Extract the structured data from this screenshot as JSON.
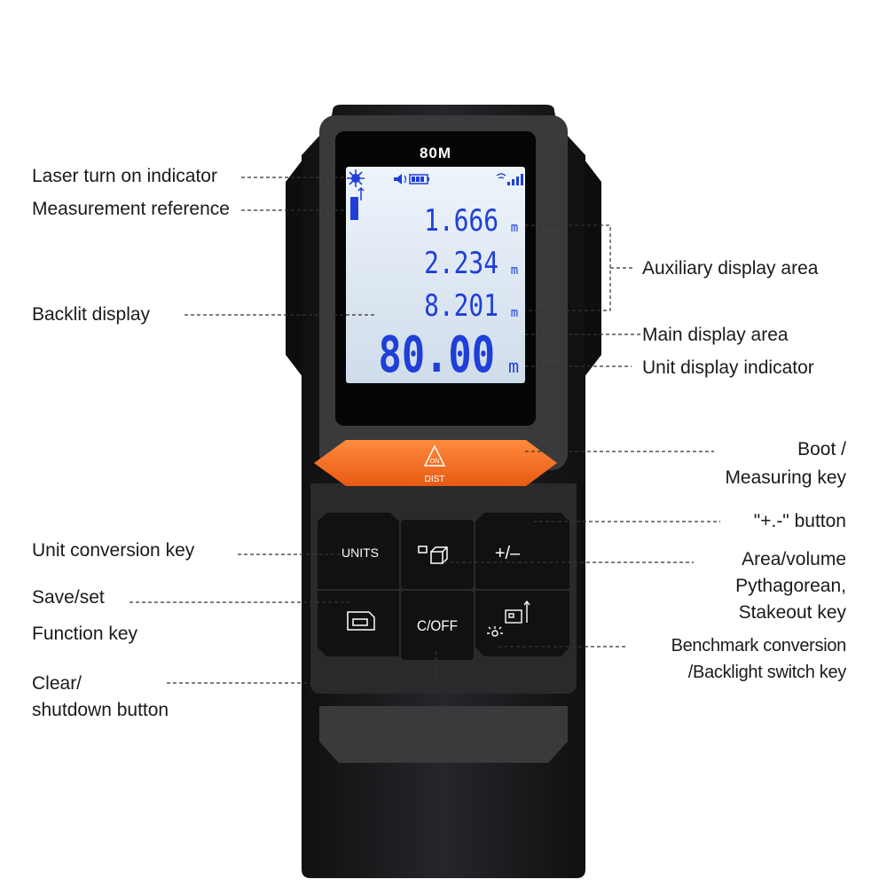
{
  "device": {
    "model": "80M",
    "readings": {
      "aux_1": "1.666",
      "aux_2": "2.234",
      "aux_3": "8.201",
      "main": "80.00",
      "unit": "m"
    },
    "keys": {
      "measure_top": "ON",
      "measure_bottom": "DIST",
      "units": "UNITS",
      "plus_minus": "+/‒",
      "clear_off": "C/OFF"
    }
  },
  "callouts": {
    "laser_indicator": "Laser turn on indicator",
    "measurement_reference": "Measurement reference",
    "backlit_display": "Backlit display",
    "auxiliary_display": "Auxiliary display area",
    "main_display": "Main display area",
    "unit_indicator": "Unit display indicator",
    "boot_line1": "Boot /",
    "boot_line2": "Measuring key",
    "plus_minus_button": "\"+.-\" button",
    "unit_conversion": "Unit conversion key",
    "area_line1": "Area/volume",
    "area_line2": "Pythagorean,",
    "area_line3": "Stakeout key",
    "save_set": "Save/set",
    "function_key": "Function key",
    "benchmark_line1": "Benchmark conversion",
    "benchmark_line2": "/Backlight switch key",
    "clear_line1": "Clear/",
    "clear_line2": "shutdown button"
  },
  "colors": {
    "body": "#1c1c1e",
    "panel": "#3a3a3d",
    "key": "#111113",
    "accent": "#f26a21",
    "lcd": "#dce8f4",
    "lcd_text": "#1f3fd8"
  }
}
